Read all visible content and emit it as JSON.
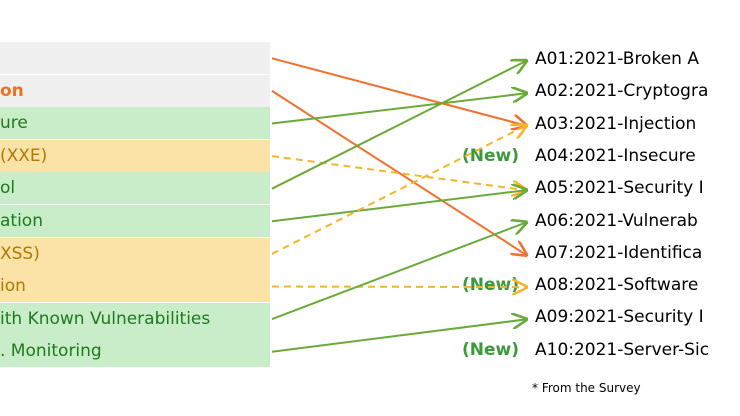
{
  "left_items": [
    {
      "text": "",
      "color": "#000000",
      "bg": "#f0f0f0"
    },
    {
      "text": "on",
      "color": "#f07020",
      "bg": "#f0f0f0",
      "bold": true
    },
    {
      "text": "ure",
      "color": "#1e7a1e",
      "bg": "#c9ecc9"
    },
    {
      "text": "(XXE)",
      "color": "#b07a00",
      "bg": "#fbe2a6"
    },
    {
      "text": "ol",
      "color": "#1e7a1e",
      "bg": "#c9ecc9"
    },
    {
      "text": "ation",
      "color": "#1e7a1e",
      "bg": "#c9ecc9"
    },
    {
      "text": "XSS)",
      "color": "#b07a00",
      "bg": "#fbe2a6"
    },
    {
      "text": "ion",
      "color": "#b07a00",
      "bg": "#fbe2a6"
    },
    {
      "text": "ith Known Vulnerabilities",
      "color": "#1e7a1e",
      "bg": "#c9ecc9"
    },
    {
      "text": ". Monitoring",
      "color": "#1e7a1e",
      "bg": "#c9ecc9"
    }
  ],
  "right_items": [
    {
      "text": "A01:2021-Broken A",
      "new": ""
    },
    {
      "text": "A02:2021-Cryptogra",
      "new": ""
    },
    {
      "text": "A03:2021-Injection",
      "new": ""
    },
    {
      "text": "A04:2021-Insecure",
      "new": "(New)"
    },
    {
      "text": "A05:2021-Security I",
      "new": ""
    },
    {
      "text": "A06:2021-Vulnerab",
      "new": ""
    },
    {
      "text": "A07:2021-Identifica",
      "new": ""
    },
    {
      "text": "A08:2021-Software",
      "new": "(New)"
    },
    {
      "text": "A09:2021-Security I",
      "new": ""
    },
    {
      "text": "A10:2021-Server-Sic",
      "new": "(New)"
    }
  ],
  "footnote": "* From the Survey",
  "colors": {
    "green": "#6aaa3a",
    "orange": "#f07030",
    "dashed": "#f5b52a",
    "new_tag": "#3a9a3a"
  },
  "mappings": [
    {
      "from": 0,
      "to": 2,
      "style": "orange"
    },
    {
      "from": 1,
      "to": 6,
      "style": "orange"
    },
    {
      "from": 2,
      "to": 1,
      "style": "green"
    },
    {
      "from": 3,
      "to": 4,
      "style": "dashed"
    },
    {
      "from": 4,
      "to": 0,
      "style": "green"
    },
    {
      "from": 5,
      "to": 4,
      "style": "green"
    },
    {
      "from": 6,
      "to": 2,
      "style": "dashed"
    },
    {
      "from": 7,
      "to": 7,
      "style": "dashed"
    },
    {
      "from": 8,
      "to": 5,
      "style": "green"
    },
    {
      "from": 9,
      "to": 8,
      "style": "green"
    }
  ]
}
